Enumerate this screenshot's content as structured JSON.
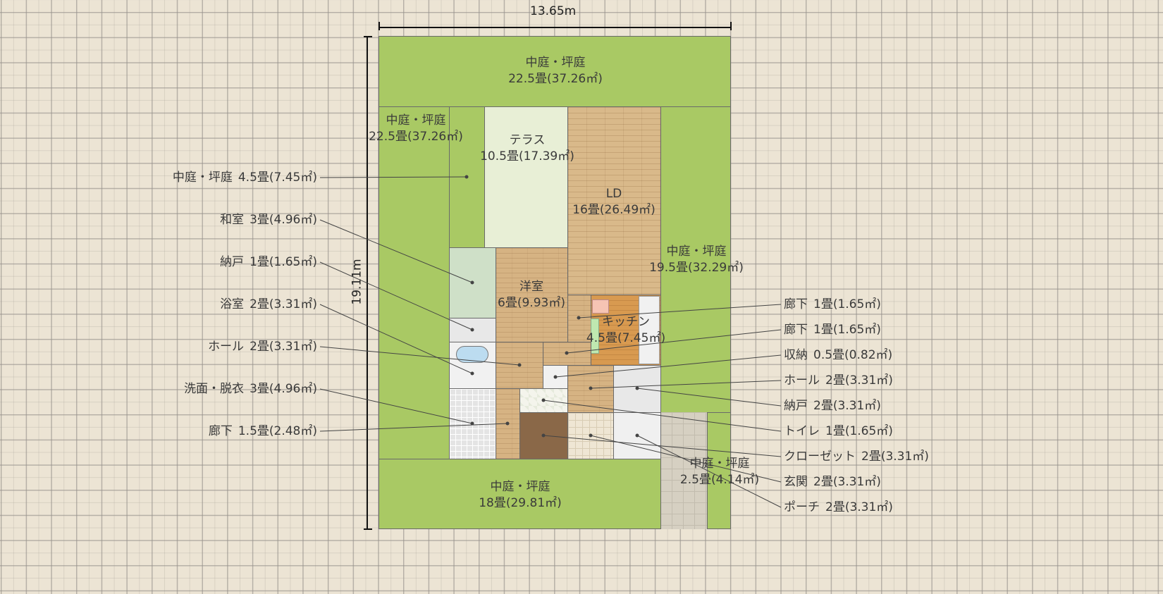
{
  "dimensions": {
    "width": "13.65m",
    "height": "19.11m"
  },
  "rooms": [
    {
      "name": "中庭・坪庭",
      "area": "22.5畳(37.26㎡)",
      "type": "garden"
    },
    {
      "name": "中庭・坪庭",
      "area": "4.5畳(7.45㎡)",
      "type": "garden"
    },
    {
      "name": "テラス",
      "area": "10.5畳(17.39㎡)",
      "type": "terrace"
    },
    {
      "name": "LD",
      "area": "16畳(26.49㎡)",
      "type": "living-dining"
    },
    {
      "name": "中庭・坪庭",
      "area": "19.5畳(32.29㎡)",
      "type": "garden"
    },
    {
      "name": "中庭・坪庭",
      "area": "22.5畳(37.26㎡)",
      "type": "garden"
    },
    {
      "name": "和室",
      "area": "3畳(4.96㎡)",
      "type": "tatami"
    },
    {
      "name": "洋室",
      "area": "6畳(9.93㎡)",
      "type": "western-room"
    },
    {
      "name": "廊下",
      "area": "1畳(1.65㎡)",
      "type": "hallway"
    },
    {
      "name": "キッチン",
      "area": "4.5畳(7.45㎡)",
      "type": "kitchen"
    },
    {
      "name": "納戸",
      "area": "1畳(1.65㎡)",
      "type": "storage"
    },
    {
      "name": "廊下",
      "area": "1畳(1.65㎡)",
      "type": "hallway"
    },
    {
      "name": "浴室",
      "area": "2畳(3.31㎡)",
      "type": "bath"
    },
    {
      "name": "ホール",
      "area": "2畳(3.31㎡)",
      "type": "hall"
    },
    {
      "name": "収納",
      "area": "0.5畳(0.82㎡)",
      "type": "storage"
    },
    {
      "name": "ホール",
      "area": "2畳(3.31㎡)",
      "type": "hall"
    },
    {
      "name": "納戸",
      "area": "2畳(3.31㎡)",
      "type": "storage"
    },
    {
      "name": "トイレ",
      "area": "1畳(1.65㎡)",
      "type": "toilet"
    },
    {
      "name": "洗面・脱衣",
      "area": "3畳(4.96㎡)",
      "type": "washroom"
    },
    {
      "name": "廊下",
      "area": "1.5畳(2.48㎡)",
      "type": "hallway"
    },
    {
      "name": "クローゼット",
      "area": "2畳(3.31㎡)",
      "type": "closet"
    },
    {
      "name": "玄関",
      "area": "2畳(3.31㎡)",
      "type": "entrance"
    },
    {
      "name": "ポーチ",
      "area": "2畳(3.31㎡)",
      "type": "porch"
    },
    {
      "name": "中庭・坪庭",
      "area": "18畳(29.81㎡)",
      "type": "garden"
    },
    {
      "name": "中庭・坪庭",
      "area": "2.5畳(4.14㎡)",
      "type": "garden"
    }
  ]
}
